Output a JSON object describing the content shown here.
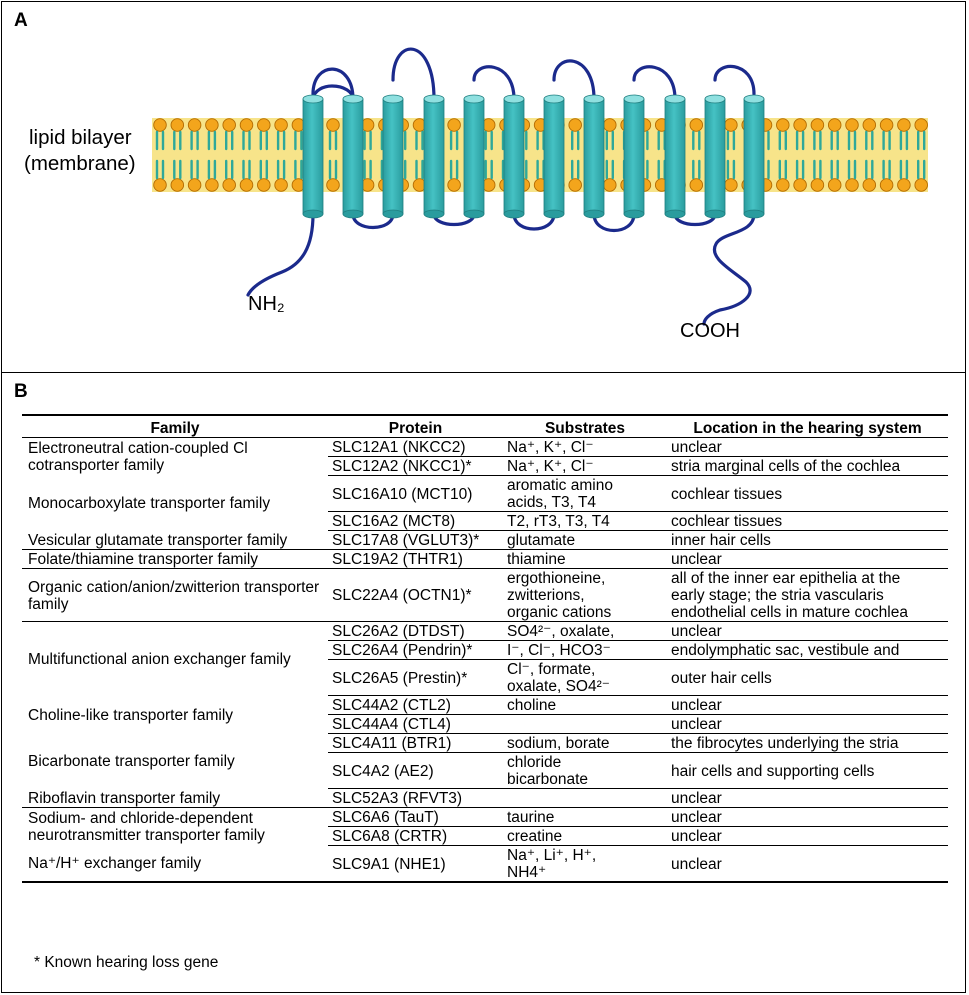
{
  "panelA": {
    "letter": "A",
    "membrane_label_line1": "lipid bilayer",
    "membrane_label_line2": "(membrane)",
    "n_terminus": "NH₂",
    "c_terminus": "COOH",
    "colors": {
      "helix": "#45c2c4",
      "helix_dark": "#2a9c9e",
      "loop": "#1b2a8c",
      "head": "#f3a51c",
      "bilayer_bg": "#f7e48a",
      "tail": "#2fa89a"
    }
  },
  "panelB": {
    "letter": "B",
    "headers": [
      "Family",
      "Protein",
      "Substrates",
      "Location in the hearing system"
    ],
    "groups": [
      {
        "family": "Electroneutral cation-coupled Cl cotransporter family",
        "rows": [
          {
            "protein": "SLC12A1 (NKCC2)",
            "substrates": [
              "Na⁺, K⁺, Cl⁻"
            ],
            "location": [
              "unclear"
            ]
          },
          {
            "protein": "SLC12A2 (NKCC1)*",
            "substrates": [
              "Na⁺, K⁺, Cl⁻"
            ],
            "location": [
              "stria marginal cells of the cochlea"
            ]
          }
        ]
      },
      {
        "family": "Monocarboxylate transporter family",
        "rows": [
          {
            "protein": "SLC16A10 (MCT10)",
            "substrates": [
              "aromatic amino",
              "acids, T3, T4"
            ],
            "location": [
              "cochlear tissues"
            ]
          },
          {
            "protein": "SLC16A2 (MCT8)",
            "substrates": [
              "T2, rT3, T3, T4"
            ],
            "location": [
              "cochlear tissues"
            ]
          }
        ]
      },
      {
        "family": "Vesicular glutamate transporter family",
        "rows": [
          {
            "protein": "SLC17A8 (VGLUT3)*",
            "substrates": [
              "glutamate"
            ],
            "location": [
              "inner hair cells"
            ]
          }
        ]
      },
      {
        "family": "Folate/thiamine transporter family",
        "rows": [
          {
            "protein": "SLC19A2 (THTR1)",
            "substrates": [
              "thiamine"
            ],
            "location": [
              "unclear"
            ]
          }
        ]
      },
      {
        "family": "Organic cation/anion/zwitterion transporter family",
        "rows": [
          {
            "protein": "SLC22A4 (OCTN1)*",
            "substrates": [
              "ergothioneine,",
              "zwitterions,",
              "organic cations"
            ],
            "location": [
              "all of the inner ear epithelia at the",
              "early stage; the stria vascularis",
              "endothelial cells in mature cochlea"
            ]
          }
        ]
      },
      {
        "family": "Multifunctional anion exchanger family",
        "rows": [
          {
            "protein": "SLC26A2 (DTDST)",
            "substrates": [
              "SO4²⁻, oxalate,"
            ],
            "location": [
              "unclear"
            ]
          },
          {
            "protein": "SLC26A4 (Pendrin)*",
            "substrates": [
              "I⁻, Cl⁻, HCO3⁻"
            ],
            "location": [
              "endolymphatic sac, vestibule and"
            ]
          },
          {
            "protein": "SLC26A5 (Prestin)*",
            "substrates": [
              "Cl⁻, formate,",
              "oxalate, SO4²⁻"
            ],
            "location": [
              "outer hair cells"
            ]
          }
        ]
      },
      {
        "family": "Choline-like transporter family",
        "rows": [
          {
            "protein": "SLC44A2 (CTL2)",
            "substrates": [
              "choline"
            ],
            "location": [
              "unclear"
            ]
          },
          {
            "protein": "SLC44A4 (CTL4)",
            "substrates": [
              ""
            ],
            "location": [
              "unclear"
            ]
          }
        ]
      },
      {
        "family": "Bicarbonate transporter family",
        "rows": [
          {
            "protein": "SLC4A11 (BTR1)",
            "substrates": [
              "sodium, borate"
            ],
            "location": [
              "the fibrocytes underlying the stria"
            ]
          },
          {
            "protein": "SLC4A2 (AE2)",
            "substrates": [
              "chloride",
              "bicarbonate"
            ],
            "location": [
              "hair cells and supporting cells"
            ]
          }
        ]
      },
      {
        "family": "Riboflavin transporter family",
        "rows": [
          {
            "protein": "SLC52A3 (RFVT3)",
            "substrates": [
              ""
            ],
            "location": [
              "unclear"
            ]
          }
        ]
      },
      {
        "family": "Sodium- and chloride-dependent neurotransmitter transporter family",
        "rows": [
          {
            "protein": "SLC6A6 (TauT)",
            "substrates": [
              "taurine"
            ],
            "location": [
              "unclear"
            ]
          },
          {
            "protein": "SLC6A8 (CRTR)",
            "substrates": [
              "creatine"
            ],
            "location": [
              "unclear"
            ]
          }
        ]
      },
      {
        "family": "Na⁺/H⁺ exchanger family",
        "rows": [
          {
            "protein": "SLC9A1 (NHE1)",
            "substrates": [
              "Na⁺, Li⁺, H⁺,",
              "NH4⁺"
            ],
            "location": [
              "unclear"
            ]
          }
        ]
      }
    ],
    "footnote": "* Known hearing loss gene"
  }
}
